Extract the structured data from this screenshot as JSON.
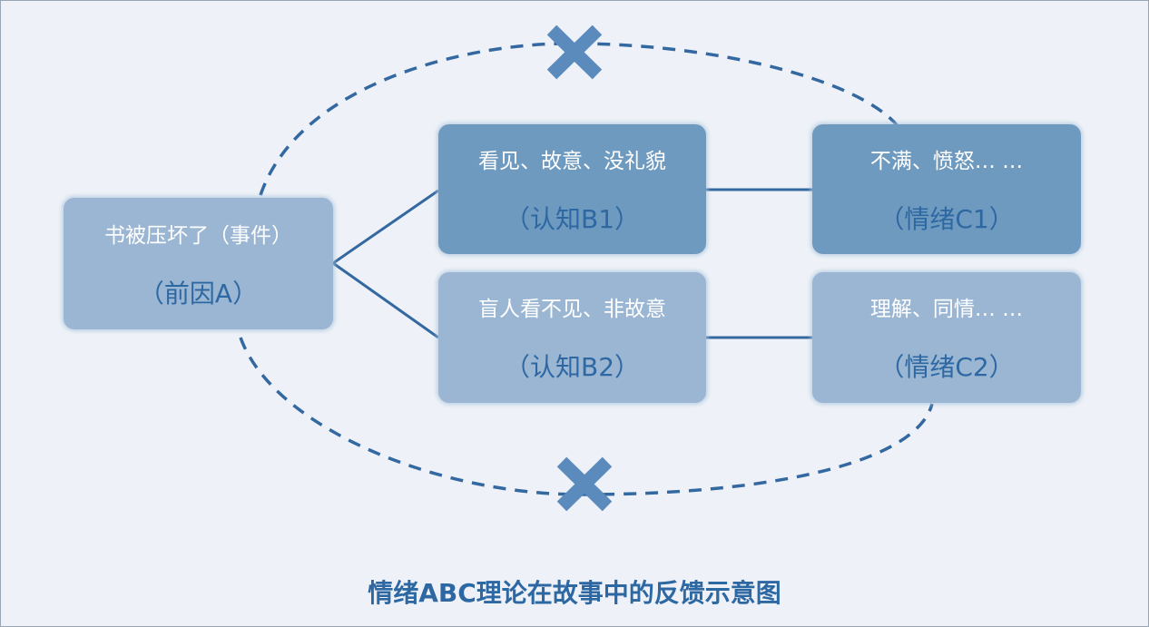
{
  "title": "情绪ABC理论在故事中的反馈示意图",
  "nodes": {
    "a": {
      "text": "书被压坏了（事件）",
      "label": "（前因A）"
    },
    "b1": {
      "text": "看见、故意、没礼貌",
      "label": "（认知B1）"
    },
    "b2": {
      "text": "盲人看不见、非故意",
      "label": "（认知B2）"
    },
    "c1": {
      "text": "不满、愤怒… …",
      "label": "（情绪C1）"
    },
    "c2": {
      "text": "理解、同情… …",
      "label": "（情绪C2）"
    }
  },
  "colors": {
    "background": "#eef2f8",
    "box_light": "#9ab6d3",
    "box_dark": "#6f9abf",
    "accent": "#2e68a3",
    "cross": "#5b8bbd"
  }
}
